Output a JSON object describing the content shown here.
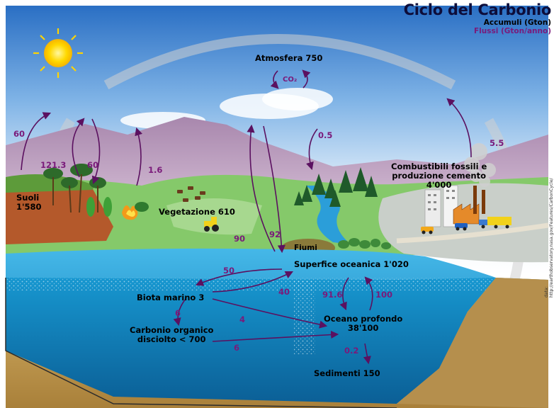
{
  "title": "Ciclo del Carbonio",
  "legend": {
    "stocks_label": "Accumuli (Gton)",
    "flows_label": "Flussi (Gton/anno)"
  },
  "colors": {
    "stock_text": "#000000",
    "flux_text": "#7a1a7a",
    "sky": "#2a6fc4",
    "ocean": "#1d9fd8",
    "deep_ocean": "#137cb8",
    "land": "#7bc86a",
    "mountains": "#b58fb8",
    "soil": "#b55a2c",
    "sediment": "#c9a45c"
  },
  "icons": [
    "sun-icon",
    "co2-icon",
    "tree-icon",
    "fire-icon",
    "tractor-icon",
    "cow-icon",
    "factory-icon",
    "car-icon",
    "truck-icon"
  ],
  "stocks": {
    "atmosphere": "Atmosfera 750",
    "co2": "CO₂",
    "soils_line1": "Suoli",
    "soils_line2": "1'580",
    "vegetation": "Vegetazione 610",
    "fossil_line1": "Combustibili fossili e",
    "fossil_line2": "produzione cemento",
    "fossil_line3": "4'000",
    "rivers": "Fiumi",
    "surface_ocean": "Superfice oceanica 1'020",
    "marine_biota": "Biota marino 3",
    "doc_line1": "Carbonio organico",
    "doc_line2": "disciolto < 700",
    "deep_ocean_line1": "Oceano profondo",
    "deep_ocean_line2": "38'100",
    "sediments": "Sedimenti 150"
  },
  "flows": {
    "soil_to_atm": "60",
    "veg_to_atm": "121.3",
    "atm_to_veg": "60",
    "fire_to_atm": "1.6",
    "atm_to_ocean": "90",
    "ocean_to_atm": "92",
    "land_use": "0.5",
    "fossil_to_atm": "5.5",
    "surface_to_biota": "50",
    "biota_to_surface": "40",
    "biota_to_doc": "6",
    "biota_to_deep": "4",
    "doc_to_deep": "6",
    "deep_to_surface": "100",
    "surface_to_deep": "91.6",
    "deep_to_sediment": "0.2"
  },
  "credit": "data: http://earthobservatory.nasa.gov/Features/CarbonCycle/"
}
